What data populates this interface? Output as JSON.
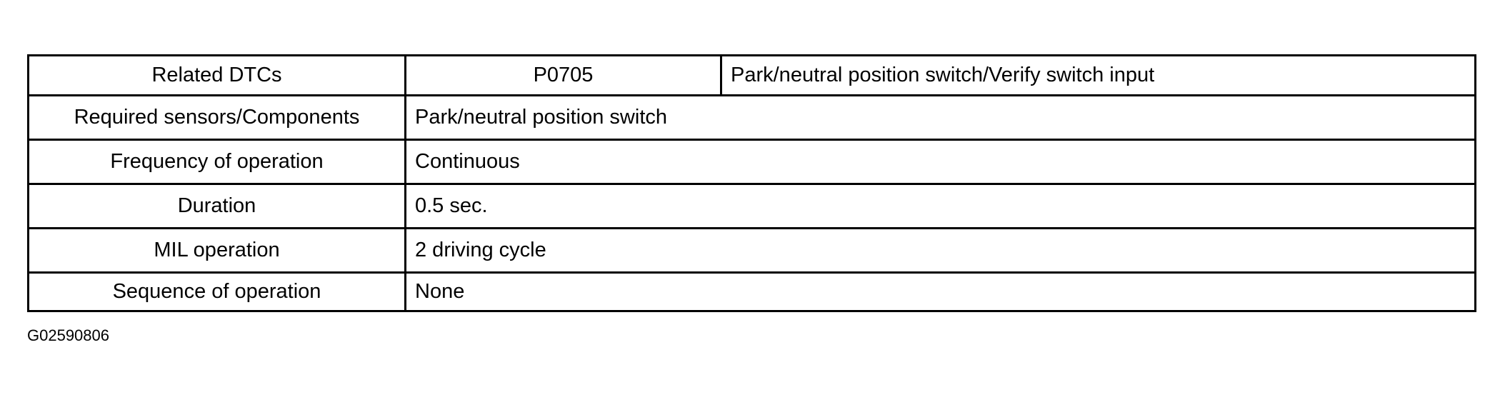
{
  "table": {
    "header_row": {
      "label": "Related DTCs",
      "code": "P0705",
      "description": "Park/neutral position switch/Verify switch input"
    },
    "rows": [
      {
        "label": "Required sensors/Components",
        "value": "Park/neutral position switch"
      },
      {
        "label": "Frequency of operation",
        "value": "Continuous"
      },
      {
        "label": "Duration",
        "value": "0.5 sec."
      },
      {
        "label": "MIL operation",
        "value": "2 driving cycle"
      },
      {
        "label": "Sequence of operation",
        "value": "None"
      }
    ]
  },
  "figure_id": "G02590806"
}
